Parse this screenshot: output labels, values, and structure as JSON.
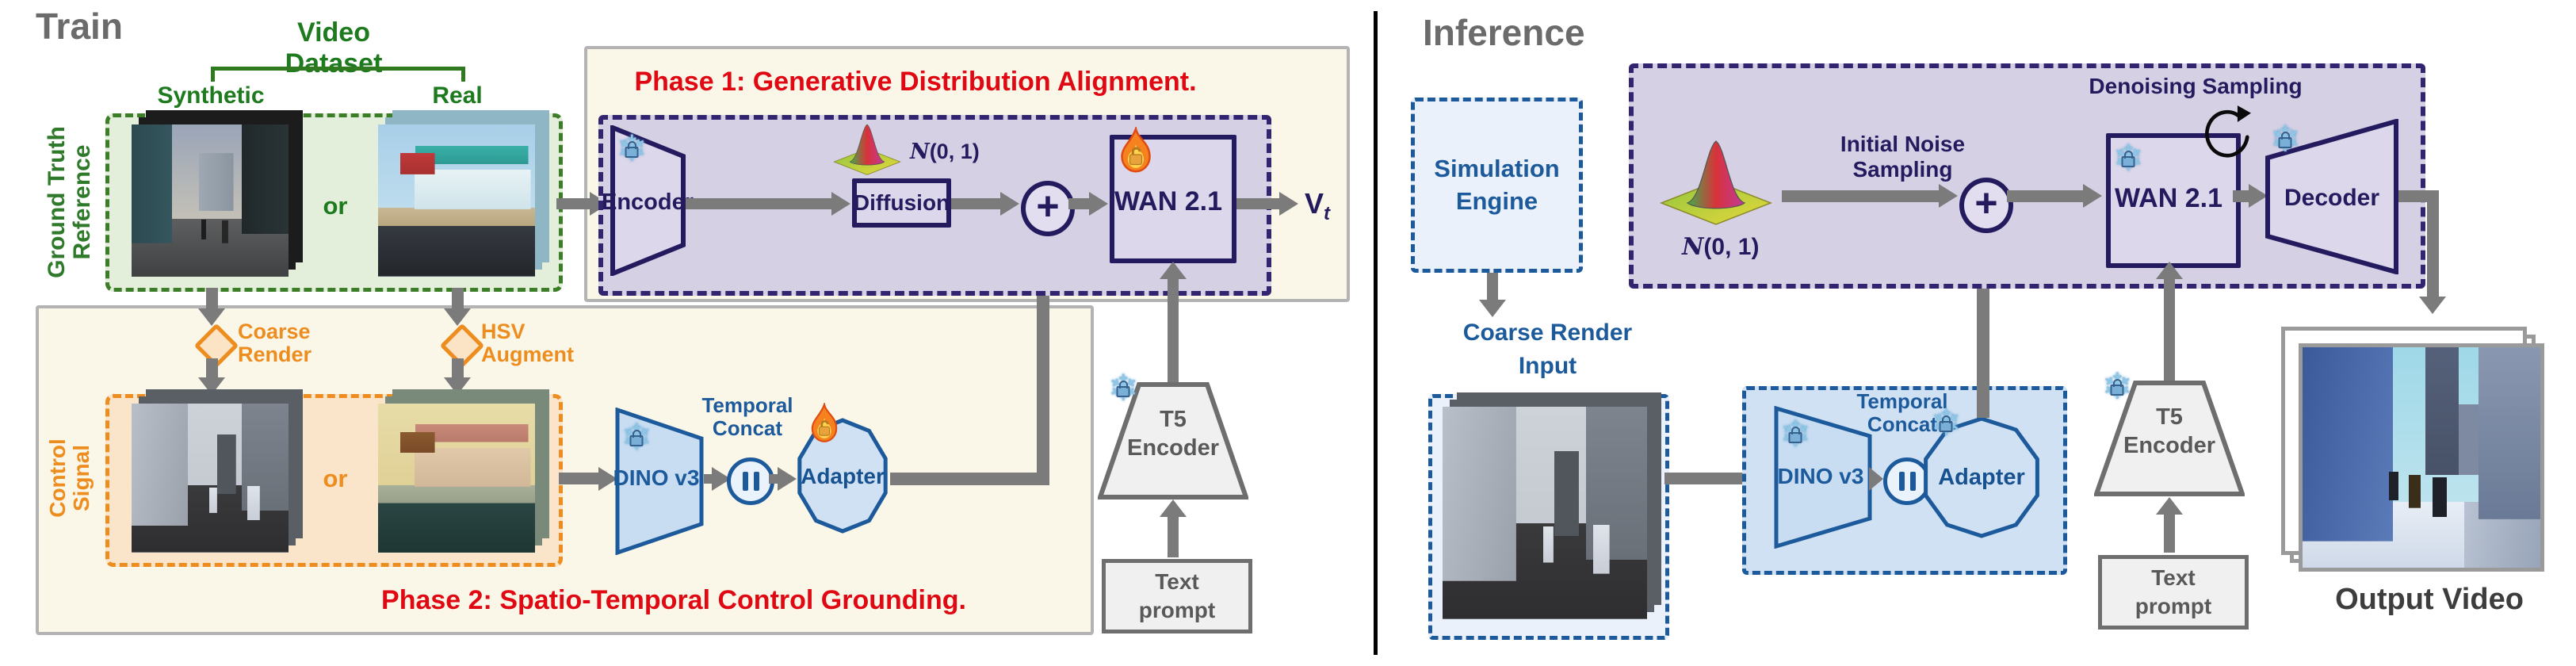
{
  "train": {
    "title": "Train",
    "dataset": {
      "label": "Video Dataset",
      "synthetic": "Synthetic",
      "real": "Real",
      "or": "or"
    },
    "ground_truth": {
      "line1": "Ground Truth",
      "line2": "Reference"
    },
    "augment": {
      "coarse": {
        "line1": "Coarse",
        "line2": "Render"
      },
      "hsv": {
        "line1": "HSV",
        "line2": "Augment"
      }
    },
    "control": {
      "line1": "Control",
      "line2": "Signal",
      "or": "or"
    },
    "phase1": {
      "title": "Phase 1: Generative Distribution Alignment.",
      "encoder": "Encoder",
      "diffusion": "Diffusion",
      "noise": {
        "n": "N",
        "args": "(0, 1)"
      },
      "plus": "+",
      "wan": "WAN 2.1",
      "output": {
        "v": "V",
        "sub": "t"
      }
    },
    "phase2": {
      "title": "Phase 2:  Spatio-Temporal Control Grounding.",
      "dino": "DINO v3",
      "temporal": {
        "line1": "Temporal",
        "line2": "Concat"
      },
      "adapter": "Adapter"
    },
    "t5": {
      "line1": "T5",
      "line2": "Encoder"
    },
    "prompt": {
      "line1": "Text",
      "line2": "prompt"
    }
  },
  "inference": {
    "title": "Inference",
    "simulation": {
      "line1": "Simulation",
      "line2": "Engine"
    },
    "coarse_input": {
      "line1": "Coarse Render",
      "line2": "Input"
    },
    "noise": {
      "n": "N",
      "args": "(0, 1)",
      "initial_line1": "Initial Noise",
      "initial_line2": "Sampling",
      "plus": "+"
    },
    "denoising": "Denoising Sampling",
    "wan": "WAN 2.1",
    "decoder": "Decoder",
    "dino": "DINO v3",
    "temporal": {
      "line1": "Temporal",
      "line2": "Concat"
    },
    "adapter": "Adapter",
    "t5": {
      "line1": "T5",
      "line2": "Encoder"
    },
    "prompt": {
      "line1": "Text",
      "line2": "prompt"
    },
    "output_video": "Output Video"
  },
  "colors": {
    "phase_title_red": "#e00812",
    "green": "#1e7a1e",
    "orange": "#ed8d20",
    "blue": "#1c5a9c",
    "navy": "#241b5e",
    "gray_arrow": "#7b7b7b",
    "cream_panel": "#fbf7e8",
    "purple_panel": "#d6d0e5"
  }
}
